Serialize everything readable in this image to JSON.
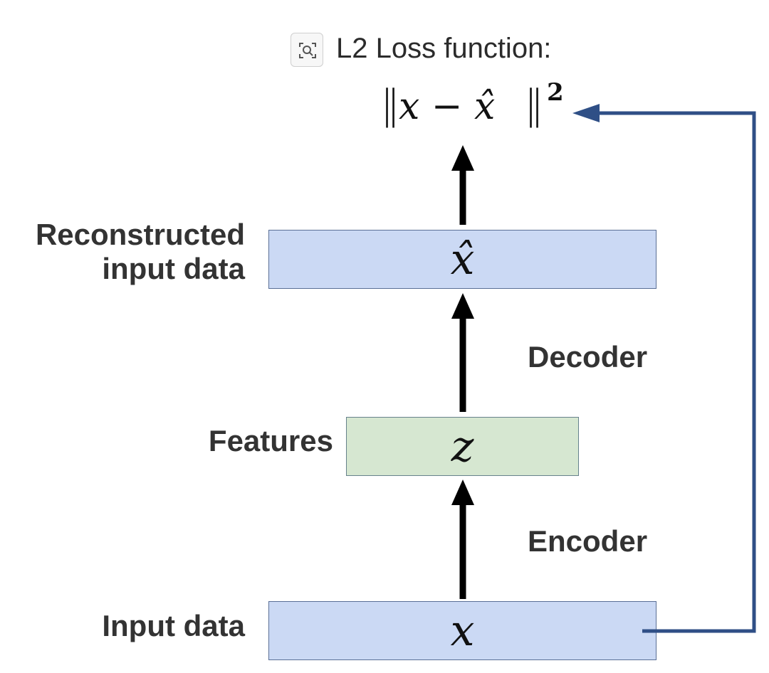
{
  "loss": {
    "title": "L2 Loss function:",
    "formula_expr": "x − x̂",
    "formula_power": "2",
    "icon": "magnifier-icon"
  },
  "layers": {
    "reconstructed": {
      "label_line1": "Reconstructed",
      "label_line2": "input data",
      "symbol": "x̂"
    },
    "features": {
      "label": "Features",
      "symbol": "z"
    },
    "input": {
      "label": "Input data",
      "symbol": "x"
    }
  },
  "stages": {
    "decoder": "Decoder",
    "encoder": "Encoder"
  },
  "colors": {
    "box_blue": "#cbd9f4",
    "box_green": "#d6e7d1",
    "feedback_arrow": "#2f4f86",
    "flow_arrow": "#000000"
  }
}
